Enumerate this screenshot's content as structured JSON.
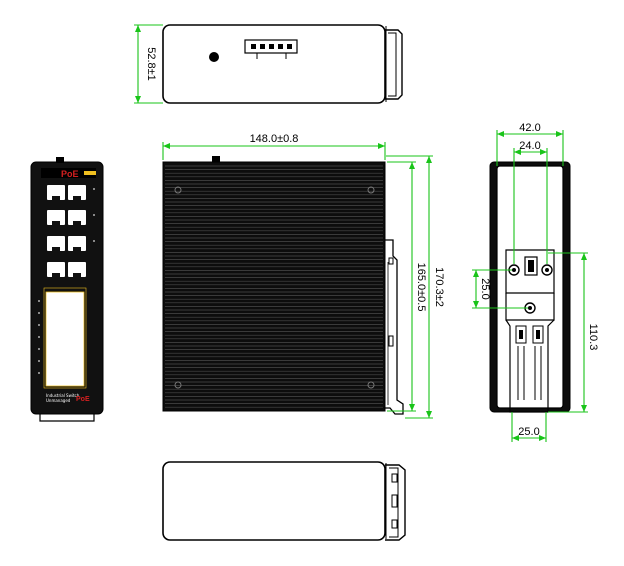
{
  "dimensions": {
    "height": "52.8±1",
    "width": "148.0±0.8",
    "body_height": "165.0±0.5",
    "overall_height": "170.3±2",
    "side_width": "42.0",
    "rail_width": "24.0",
    "hole_spacing": "25.0",
    "clip_height": "110.3",
    "clip_width": "25.0"
  },
  "front_panel": {
    "brand_top": "PoE",
    "brand_bottom": "PoE",
    "model_line1": "Industrial Switch",
    "model_line2": "Unmanaged"
  },
  "colors": {
    "dimension_line": "#19c419",
    "outline": "#000000",
    "brand_red": "#d42020",
    "brand_yellow": "#f0c020"
  }
}
